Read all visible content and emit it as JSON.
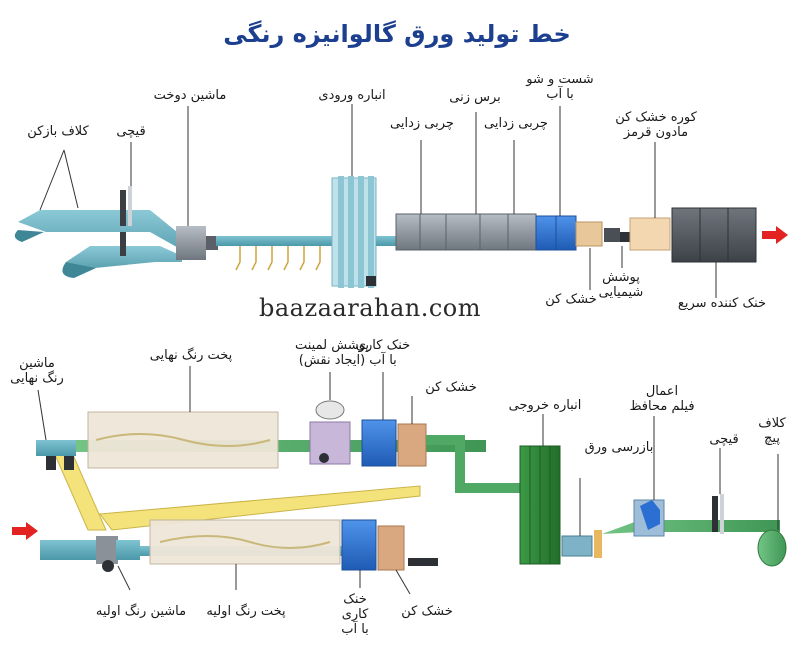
{
  "title": "خط تولید ورق گالوانیزه رنگی",
  "watermark": "baazaarahan.com",
  "colors": {
    "title": "#1c3f8f",
    "strip": "#5aa8b8",
    "strip_green": "#56b06e",
    "blue_unit": "#2a6fd1",
    "tank": "#7f8790",
    "arrow": "#e32222",
    "oven": "#efe6d8",
    "yellow": "#f4e27a",
    "green_tower": "#2f8a3a"
  },
  "labels": {
    "uncoiler": "کلاف بازکن",
    "shear_top": "قیچی",
    "stitcher": "ماشین دوخت",
    "entry_accumulator": "انباره ورودی",
    "degreasing_1": "چربی زدایی",
    "brush": "برس زنی",
    "degreasing_2": "چربی زدایی",
    "rinse": "شست و شو\nبا آب",
    "ir_dryer": "کوره خشک کن\nمادون قرمز",
    "dryer_top": "خشک کن",
    "chemical_coating": "پوشش\nشیمیایی",
    "rapid_cooler": "خنک کننده سریع",
    "finish_coater": "ماشین\nرنگ نهایی",
    "finish_oven": "پخت رنگ نهایی",
    "laminate": "پوشش لمینت\n(ایجاد نقش)",
    "water_cool_top": "خنک کاری\nبا آب",
    "dryer_mid": "خشک کن",
    "exit_accumulator": "انباره خروجی",
    "inspection": "بازرسی ورق",
    "protective_film": "اعمال\nفیلم محافظ",
    "shear_bottom": "قیچی",
    "recoiler": "کلاف\nپیچ",
    "primer_coater": "ماشین رنگ اولیه",
    "primer_oven": "پخت رنگ اولیه",
    "water_cool_bottom": "خنک\nکاری\nبا آب",
    "dryer_bottom": "خشک کن"
  }
}
